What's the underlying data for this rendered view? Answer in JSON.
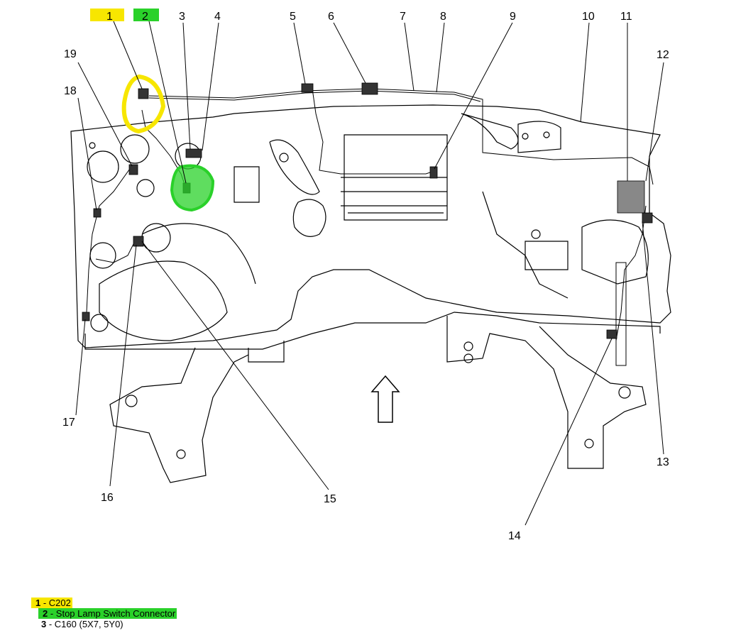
{
  "callouts": [
    "1",
    "2",
    "3",
    "4",
    "5",
    "6",
    "7",
    "8",
    "9",
    "10",
    "11",
    "12",
    "13",
    "14",
    "15",
    "16",
    "17",
    "18",
    "19"
  ],
  "legend": [
    {
      "num": "1",
      "text": "C202",
      "highlight": "#f7e600"
    },
    {
      "num": "2",
      "text": "Stop Lamp Switch Connector",
      "highlight": "#2ad12a"
    },
    {
      "num": "3",
      "text": "C160 (5X7, 5Y0)",
      "highlight": ""
    }
  ],
  "colors": {
    "yellow_highlight": "#f7e600",
    "green_highlight": "#2ad12a",
    "line": "#000000"
  }
}
